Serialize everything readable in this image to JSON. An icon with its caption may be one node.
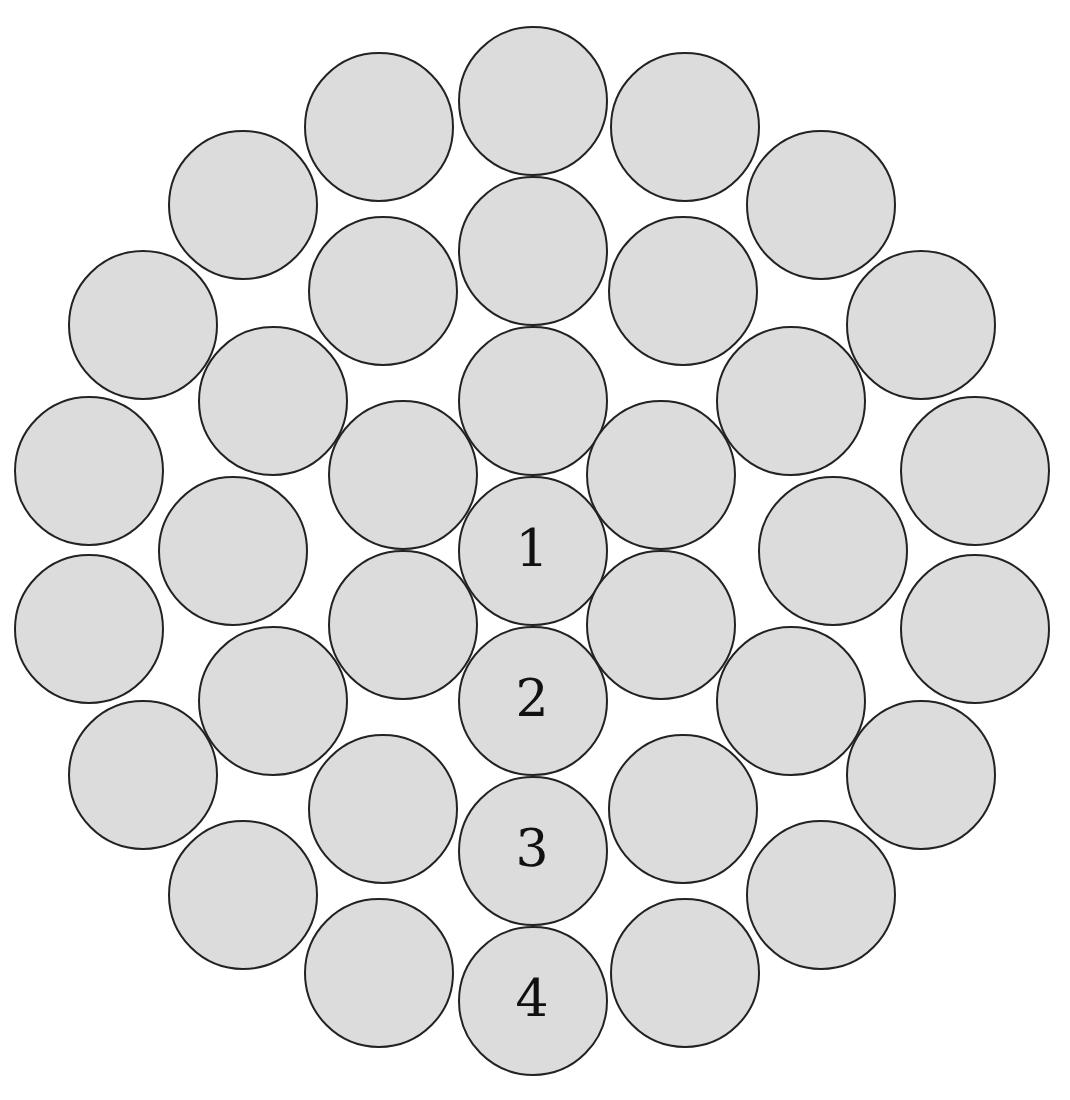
{
  "diagram": {
    "nodes": [
      {
        "text": [],
        "shape": "circle"
      },
      {
        "text": [],
        "shape": "circle"
      },
      {
        "text": [],
        "shape": "circle"
      },
      {
        "text": [],
        "shape": "circle"
      },
      {
        "text": [],
        "shape": "circle"
      },
      {
        "text": [],
        "shape": "circle"
      },
      {
        "text": [],
        "shape": "circle"
      },
      {
        "text": [],
        "shape": "circle"
      },
      {
        "text": [],
        "shape": "circle"
      },
      {
        "text": [],
        "shape": "circle"
      },
      {
        "text": [],
        "shape": "circle"
      },
      {
        "text": [],
        "shape": "circle"
      },
      {
        "text": [],
        "shape": "circle"
      },
      {
        "text": [],
        "shape": "circle"
      },
      {
        "text": [],
        "shape": "circle"
      },
      {
        "text": [],
        "shape": "circle"
      },
      {
        "text": [],
        "shape": "circle"
      },
      {
        "text": [],
        "shape": "circle"
      },
      {
        "text": [
          "1"
        ]
      },
      {
        "text": [],
        "shape": "circle"
      },
      {
        "text": [],
        "shape": "circle"
      },
      {
        "text": [],
        "shape": "circle"
      },
      {
        "text": [],
        "shape": "circle"
      },
      {
        "text": [],
        "shape": "circle"
      },
      {
        "text": [],
        "shape": "circle"
      },
      {
        "text": [
          "2"
        ]
      },
      {
        "text": [],
        "shape": "circle"
      },
      {
        "text": [],
        "shape": "circle"
      },
      {
        "text": [],
        "shape": "circle"
      },
      {
        "text": [],
        "shape": "circle"
      },
      {
        "text": [],
        "shape": "circle"
      },
      {
        "text": [
          "3"
        ]
      },
      {
        "text": [],
        "shape": "circle"
      },
      {
        "text": [],
        "shape": "circle"
      },
      {
        "text": [],
        "shape": "circle"
      },
      {
        "text": [],
        "shape": "circle"
      },
      {
        "text": [
          "4"
        ]
      }
    ]
  }
}
